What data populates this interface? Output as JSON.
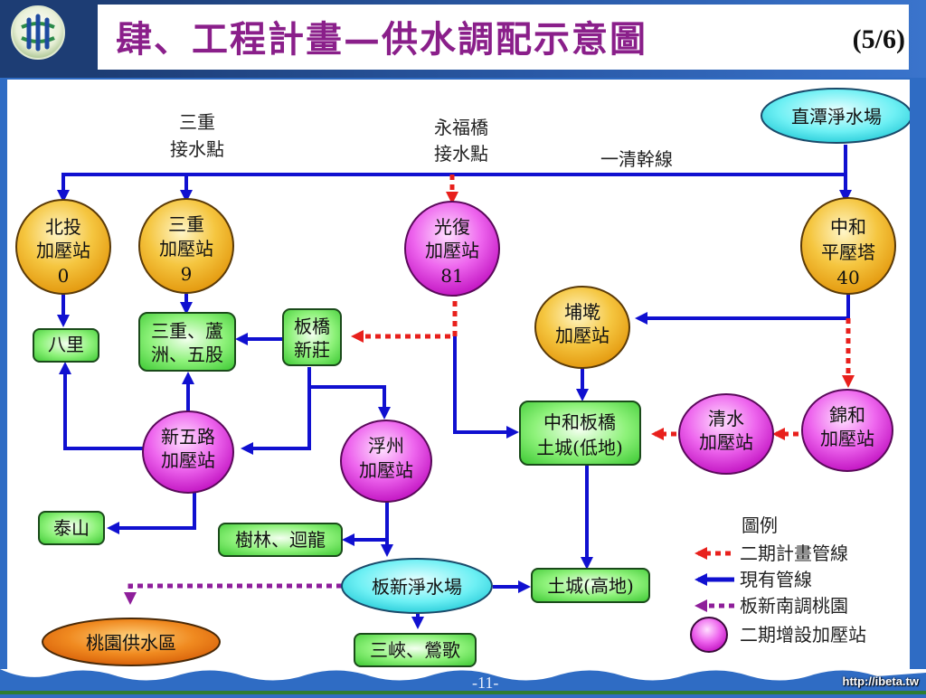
{
  "header": {
    "title": "肆、工程計畫—供水調配示意圖",
    "page_indicator": "(5/6)"
  },
  "diagram": {
    "labels": {
      "sanchong_intake_line1": "三重",
      "sanchong_intake_line2": "接水點",
      "yongfu_intake_line1": "永福橋",
      "yongfu_intake_line2": "接水點",
      "yiqing_main": "一清幹線"
    },
    "nodes": {
      "zhitan_plant": "直潭淨水場",
      "beitou_station": [
        "北投",
        "加壓站",
        "0"
      ],
      "sanchong_station": [
        "三重",
        "加壓站",
        "9"
      ],
      "guangfu_station": [
        "光復",
        "加壓站",
        "81"
      ],
      "zhonghe_tower": [
        "中和",
        "平壓塔",
        "40"
      ],
      "puding_station": [
        "埔墘",
        "加壓站"
      ],
      "bali_area": "八里",
      "sanchong_luzhou_area": [
        "三重、蘆",
        "洲、五股"
      ],
      "banqiao_xinzhuang_area": [
        "板橋",
        "新莊"
      ],
      "xinwulu_station": [
        "新五路",
        "加壓站"
      ],
      "fuzhou_station": [
        "浮州",
        "加壓站"
      ],
      "zhonghe_banqiao_area": [
        "中和板橋",
        "土城(低地)"
      ],
      "qingshui_station": [
        "清水",
        "加壓站"
      ],
      "jinhe_station": [
        "錦和",
        "加壓站"
      ],
      "taishan_area": "泰山",
      "shulin_area": "樹林、迴龍",
      "banxin_plant": "板新淨水場",
      "tucheng_high_area": "土城(高地)",
      "taoyuan_area": "桃園供水區",
      "sanxia_area": "三峽、鶯歌"
    },
    "colors": {
      "existing_pipe": "#1010d0",
      "phase2_pipe": "#e8201c",
      "banxin_taoyuan_pipe": "#8e1e9a",
      "existing_station": "#f2b424",
      "phase2_station": "#e040e0",
      "area_box": "#5ee05e",
      "plant": "#3fe0e8",
      "taoyuan": "#e8680c"
    },
    "legend": {
      "title": "圖例",
      "items": [
        {
          "icon": "red-dashed-arrow",
          "label": "二期計畫管線"
        },
        {
          "icon": "blue-solid-arrow",
          "label": "現有管線"
        },
        {
          "icon": "purple-dashed-arrow",
          "label": "板新南調桃園"
        },
        {
          "icon": "magenta-circle",
          "label": "二期增設加壓站"
        }
      ]
    }
  },
  "footer": {
    "page_number": "-11-",
    "url": "http://ibeta.tw"
  }
}
